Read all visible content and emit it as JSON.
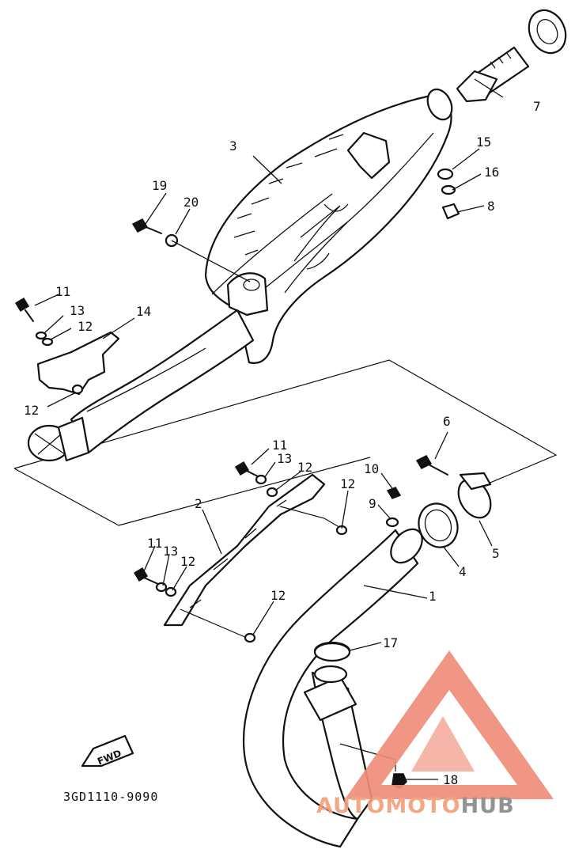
{
  "diagram": {
    "code": "3GD1110-9090",
    "fwd_label": "FWD",
    "callouts": [
      {
        "id": "c1",
        "label": "1"
      },
      {
        "id": "c2",
        "label": "2"
      },
      {
        "id": "c3",
        "label": "3"
      },
      {
        "id": "c4",
        "label": "4"
      },
      {
        "id": "c5",
        "label": "5"
      },
      {
        "id": "c6",
        "label": "6"
      },
      {
        "id": "c7",
        "label": "7"
      },
      {
        "id": "c8",
        "label": "8"
      },
      {
        "id": "c9",
        "label": "9"
      },
      {
        "id": "c10",
        "label": "10"
      },
      {
        "id": "c11a",
        "label": "11"
      },
      {
        "id": "c11b",
        "label": "11"
      },
      {
        "id": "c11c",
        "label": "11"
      },
      {
        "id": "c12a",
        "label": "12"
      },
      {
        "id": "c12b",
        "label": "12"
      },
      {
        "id": "c12c",
        "label": "12"
      },
      {
        "id": "c12d",
        "label": "12"
      },
      {
        "id": "c12e",
        "label": "12"
      },
      {
        "id": "c12f",
        "label": "12"
      },
      {
        "id": "c13a",
        "label": "13"
      },
      {
        "id": "c13b",
        "label": "13"
      },
      {
        "id": "c13c",
        "label": "13"
      },
      {
        "id": "c14",
        "label": "14"
      },
      {
        "id": "c15",
        "label": "15"
      },
      {
        "id": "c16",
        "label": "16"
      },
      {
        "id": "c17",
        "label": "17"
      },
      {
        "id": "c18",
        "label": "18"
      },
      {
        "id": "c19",
        "label": "19"
      },
      {
        "id": "c20",
        "label": "20"
      }
    ]
  },
  "watermark": {
    "brand_part1": "AUTOMOTO",
    "brand_part2": "HUB",
    "colors": {
      "accent": "#f08d7a",
      "orange": "#f3a07a",
      "gray": "#8a8a8a"
    }
  }
}
